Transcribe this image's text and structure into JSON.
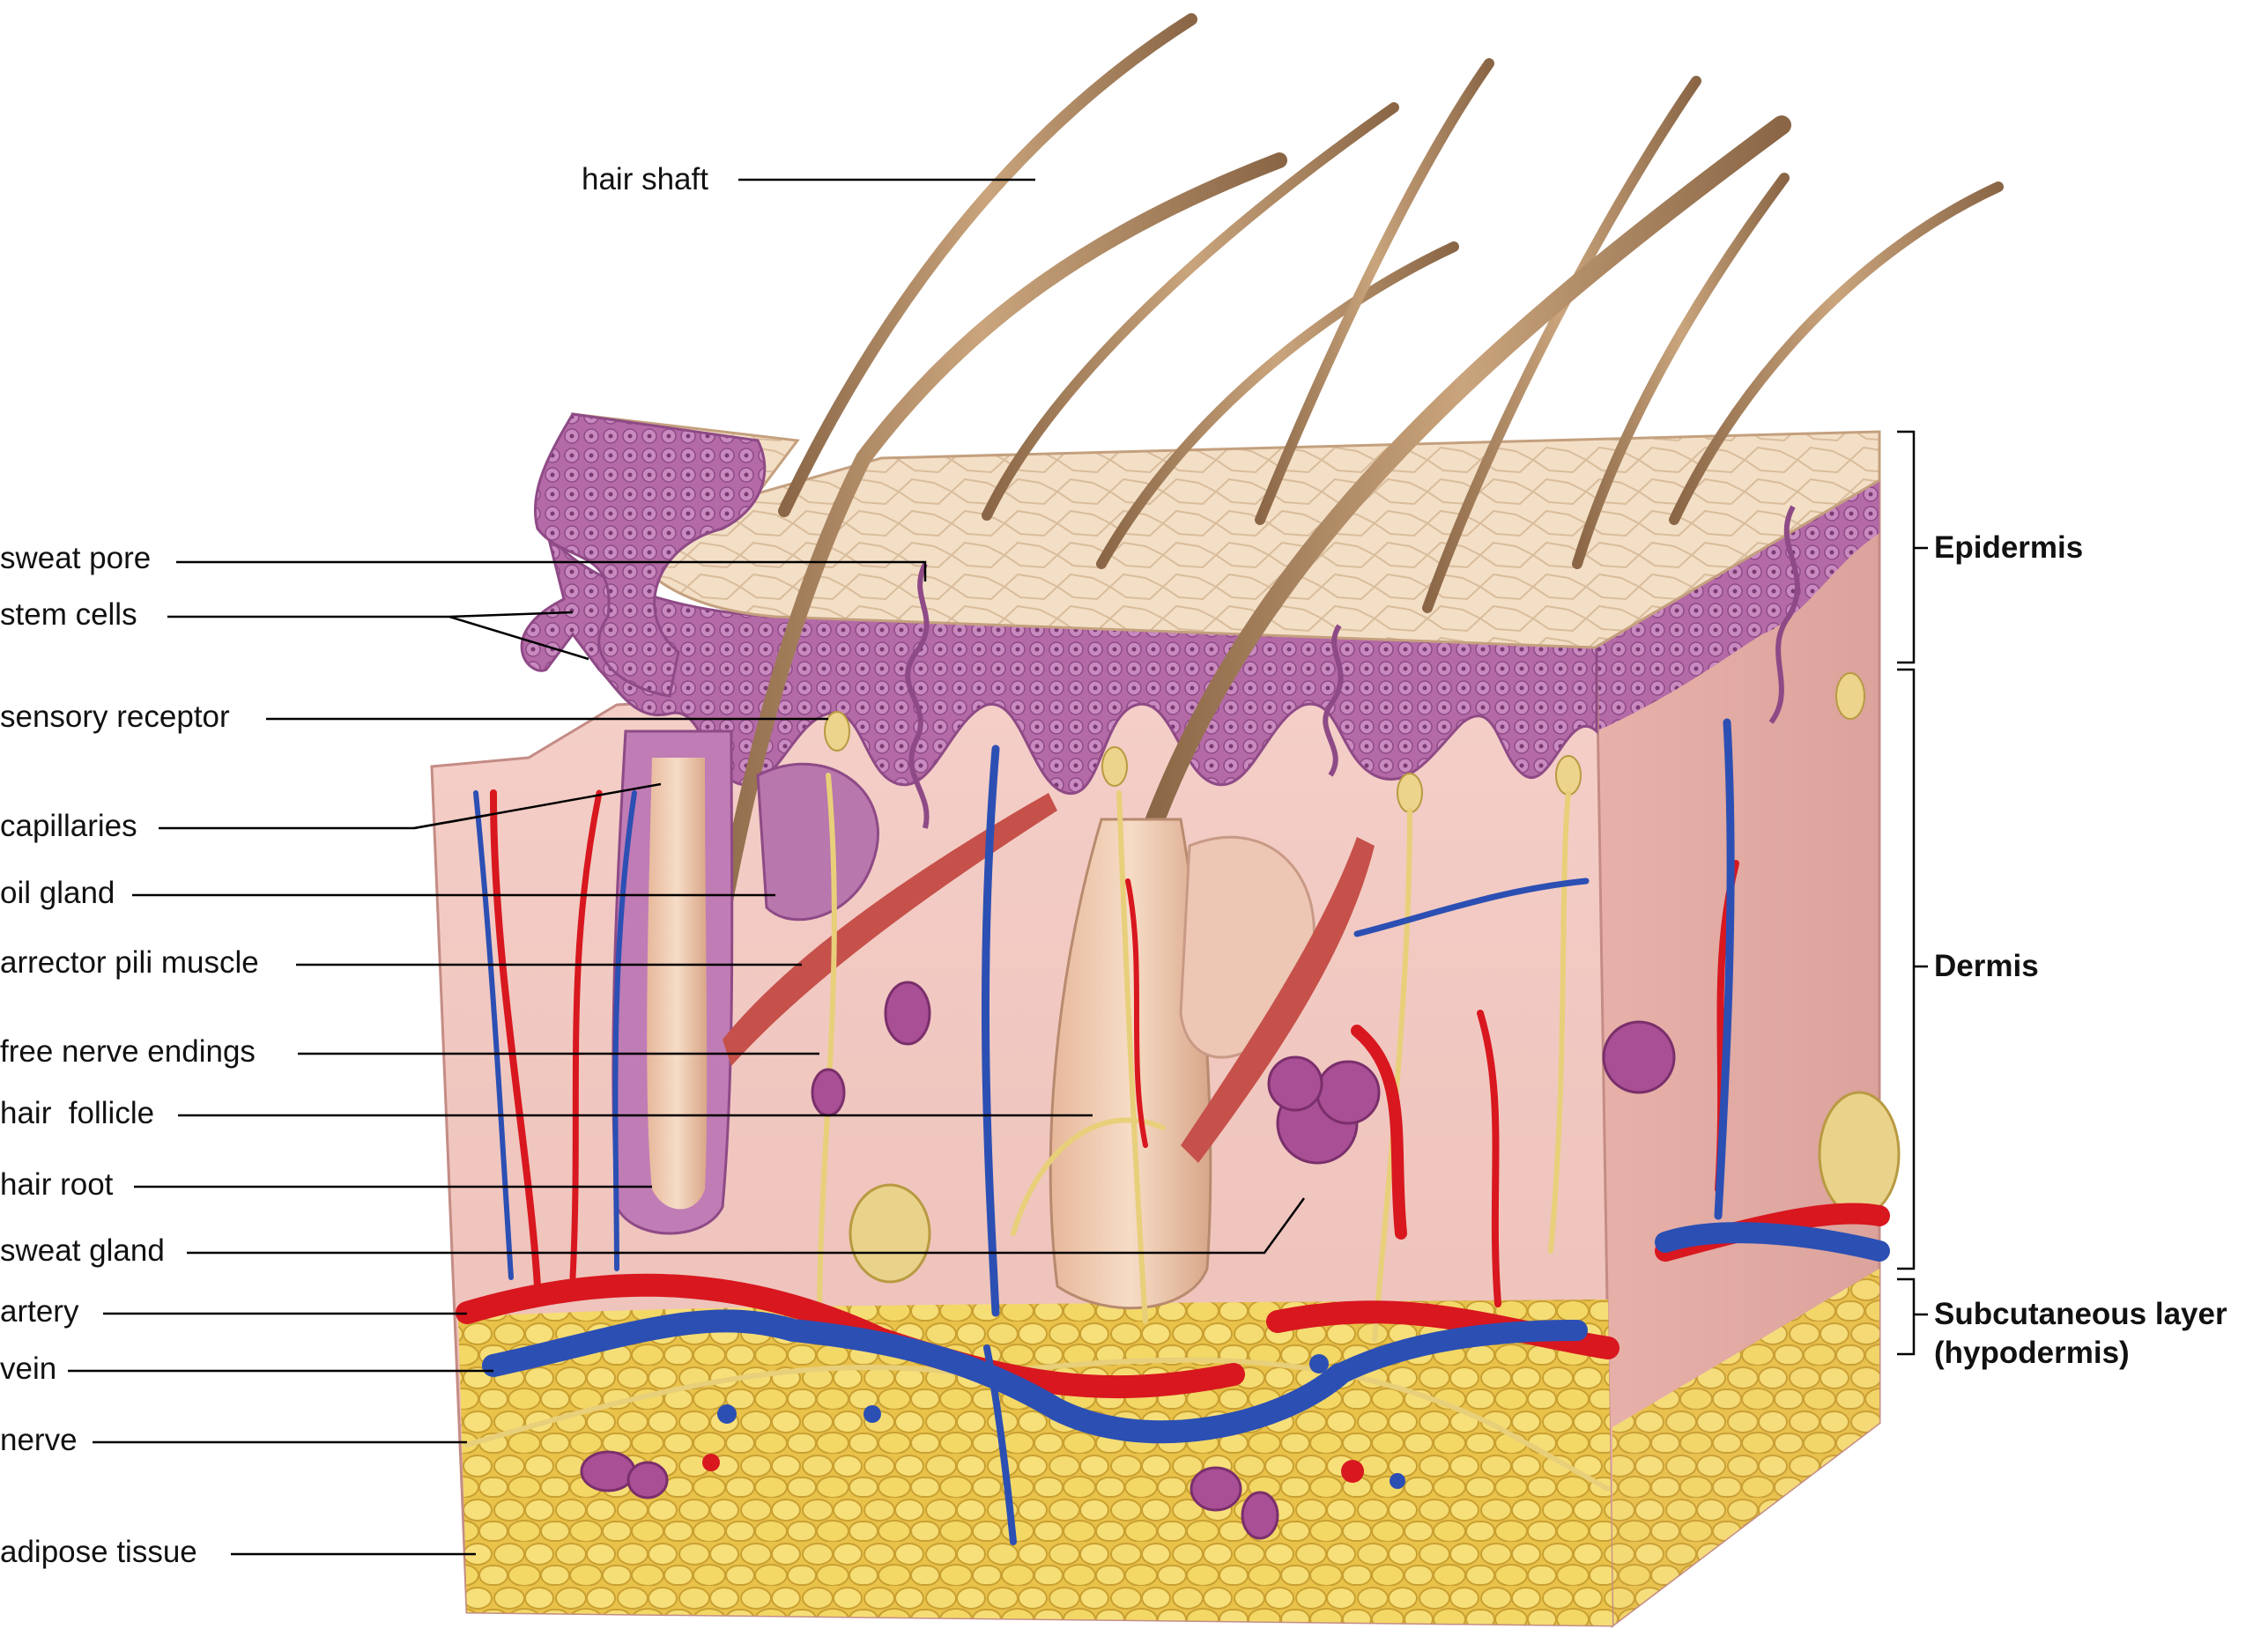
{
  "colors": {
    "epidermis_surface": "#efd9bf",
    "epidermis_cells": "#b06aa6",
    "dermis": "#f1c9c3",
    "adipose": "#f2d35c",
    "artery": "#d8171f",
    "vein": "#2c4fb3",
    "nerve": "#efd98a",
    "hair": "#a8845e",
    "leader": "#000000"
  },
  "labels": {
    "hair_shaft": "hair shaft",
    "sweat_pore": "sweat pore",
    "stem_cells": "stem cells",
    "sensory_receptor": "sensory receptor",
    "capillaries": "capillaries",
    "oil_gland": "oil gland",
    "arrector_pili_muscle": "arrector pili muscle",
    "free_nerve_endings": "free nerve endings",
    "hair_follicle": "hair  follicle",
    "hair_root": "hair root",
    "sweat_gland": "sweat gland",
    "artery": "artery",
    "vein": "vein",
    "nerve": "nerve",
    "adipose_tissue": "adipose tissue"
  },
  "layers": {
    "epidermis": "Epidermis",
    "dermis": "Dermis",
    "subcutaneous_line1": "Subcutaneous layer",
    "subcutaneous_line2": "(hypodermis)"
  }
}
